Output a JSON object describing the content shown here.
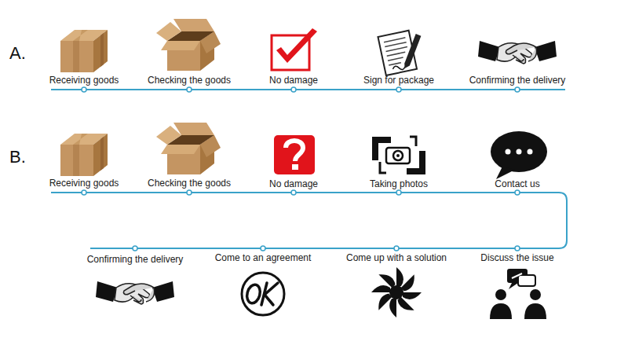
{
  "diagram": {
    "labels": [
      "A.",
      "Receiving goods",
      "Checking the goods",
      "No damage",
      "Sign for package",
      "Confirming the delivery",
      "B.",
      "Receiving goods",
      "Checking the goods",
      "No damage",
      "Taking photos",
      "Contact us",
      "Confirming the delivery",
      "Come to an agreement",
      "Come up with a solution",
      "Discuss the issue"
    ]
  }
}
